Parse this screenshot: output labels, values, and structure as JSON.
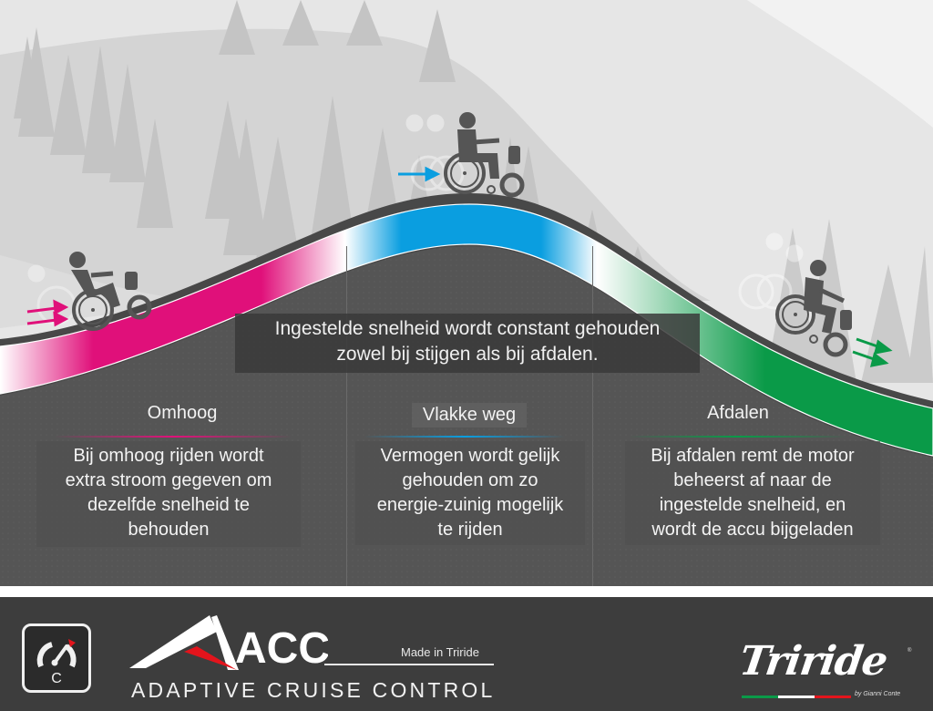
{
  "headline": {
    "line1": "Ingestelde snelheid wordt constant gehouden",
    "line2": "zowel bij stijgen als bij afdalen."
  },
  "sections": [
    {
      "title": "Omhoog",
      "accent": "#e0107a",
      "lines": [
        "Bij omhoog rijden wordt",
        "extra stroom gegeven om",
        "dezelfde snelheid te",
        "behouden"
      ],
      "arrow_icon": "double-right-arrow-icon"
    },
    {
      "title": "Vlakke weg",
      "accent": "#0a9ee0",
      "lines": [
        "Vermogen wordt gelijk",
        "gehouden om zo",
        "energie-zuinig mogelijk",
        "te rijden"
      ],
      "arrow_icon": "single-right-arrow-icon"
    },
    {
      "title": "Afdalen",
      "accent": "#0a9a48",
      "lines": [
        "Bij afdalen remt de motor",
        "beheerst af naar de",
        "ingestelde snelheid, en",
        "wordt de accu bijgeladen"
      ],
      "arrow_icon": "double-down-right-arrow-icon"
    }
  ],
  "footer": {
    "logo_text": "ACC",
    "subtitle": "ADAPTIVE CRUISE CONTROL",
    "made_in": "Made in Triride",
    "icon_letter": "C",
    "brand": "Triride",
    "brand_reg": "®",
    "brand_byline": "by Gianni Conte"
  },
  "colors": {
    "uphill": "#e0107a",
    "flat": "#0a9ee0",
    "downhill": "#0a9a48",
    "panel": "#575757",
    "footer": "#3d3d3d",
    "logo_red": "#e3141c"
  }
}
